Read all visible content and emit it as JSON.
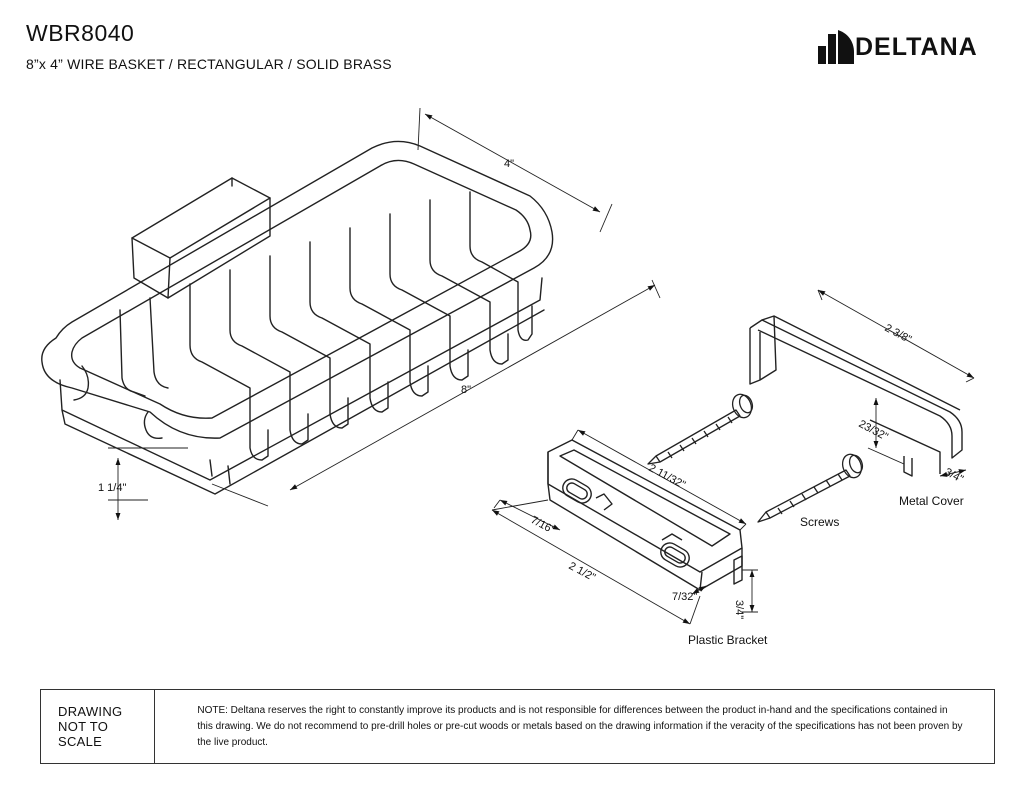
{
  "header": {
    "model": "WBR8040",
    "description": "8”x 4” WIRE BASKET / RECTANGULAR / SOLID BRASS",
    "brand": "DELTANA"
  },
  "dimensions": {
    "basket_width": "4\"",
    "basket_length": "8\"",
    "basket_height": "1 1/4\"",
    "cover_length": "2 3/8\"",
    "cover_height": "23/32\"",
    "cover_depth": "3/4\"",
    "bracket_length": "2 11/32\"",
    "bracket_hole_spacing": "7/16\"",
    "bracket_overall": "2 1/2\"",
    "bracket_depth": "7/32\"",
    "bracket_height": "3/4\""
  },
  "labels": {
    "metal_cover": "Metal Cover",
    "screws": "Screws",
    "plastic_bracket": "Plastic Bracket"
  },
  "footer": {
    "scale_note": "DRAWING NOT TO SCALE",
    "disclaimer": "NOTE: Deltana reserves the right to constantly improve its products and is not responsible for differences between the product in-hand and the specifications contained in this drawing.  We do not recommend to pre-drill holes or pre-cut woods or metals based on the drawing information if the veracity of the specifications has not been proven by the live product."
  }
}
